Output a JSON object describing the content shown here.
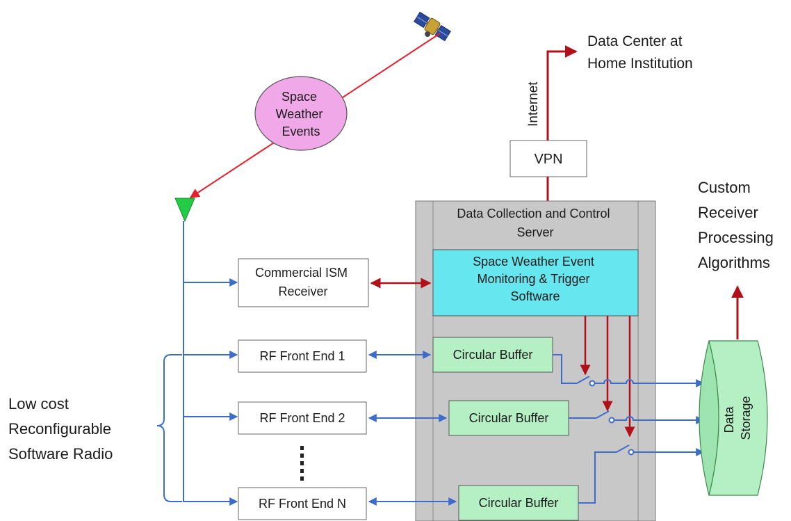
{
  "cloud": {
    "line1": "Space",
    "line2": "Weather",
    "line3": "Events"
  },
  "data_center": {
    "line1": "Data Center at",
    "line2": "Home Institution"
  },
  "internet_label": "Internet",
  "vpn_label": "VPN",
  "server": {
    "line1": "Data Collection and Control",
    "line2": "Server"
  },
  "monitor": {
    "line1": "Space Weather Event",
    "line2": "Monitoring & Trigger",
    "line3": "Software"
  },
  "custom": {
    "line1": "Custom",
    "line2": "Receiver",
    "line3": "Processing",
    "line4": "Algorithms"
  },
  "ism_receiver": {
    "line1": "Commercial ISM",
    "line2": "Receiver"
  },
  "front_ends": [
    "RF Front End 1",
    "RF Front End 2",
    "RF Front End N"
  ],
  "buffer_label": "Circular Buffer",
  "storage": {
    "line1": "Data",
    "line2": "Storage"
  },
  "low_cost": {
    "line1": "Low cost",
    "line2": "Reconfigurable",
    "line3": "Software Radio"
  },
  "colors": {
    "red_link": "#e8202a",
    "dark_red": "#b01018",
    "blue_link": "#3c6ccc",
    "cloud_fill": "#f0a8e8",
    "antenna_fill": "#22cc44",
    "server_fill": "#c8c8c8",
    "monitor_fill": "#66e6ee",
    "buffer_fill": "#b4f0c4",
    "storage_fill": "#b4f0c4"
  }
}
